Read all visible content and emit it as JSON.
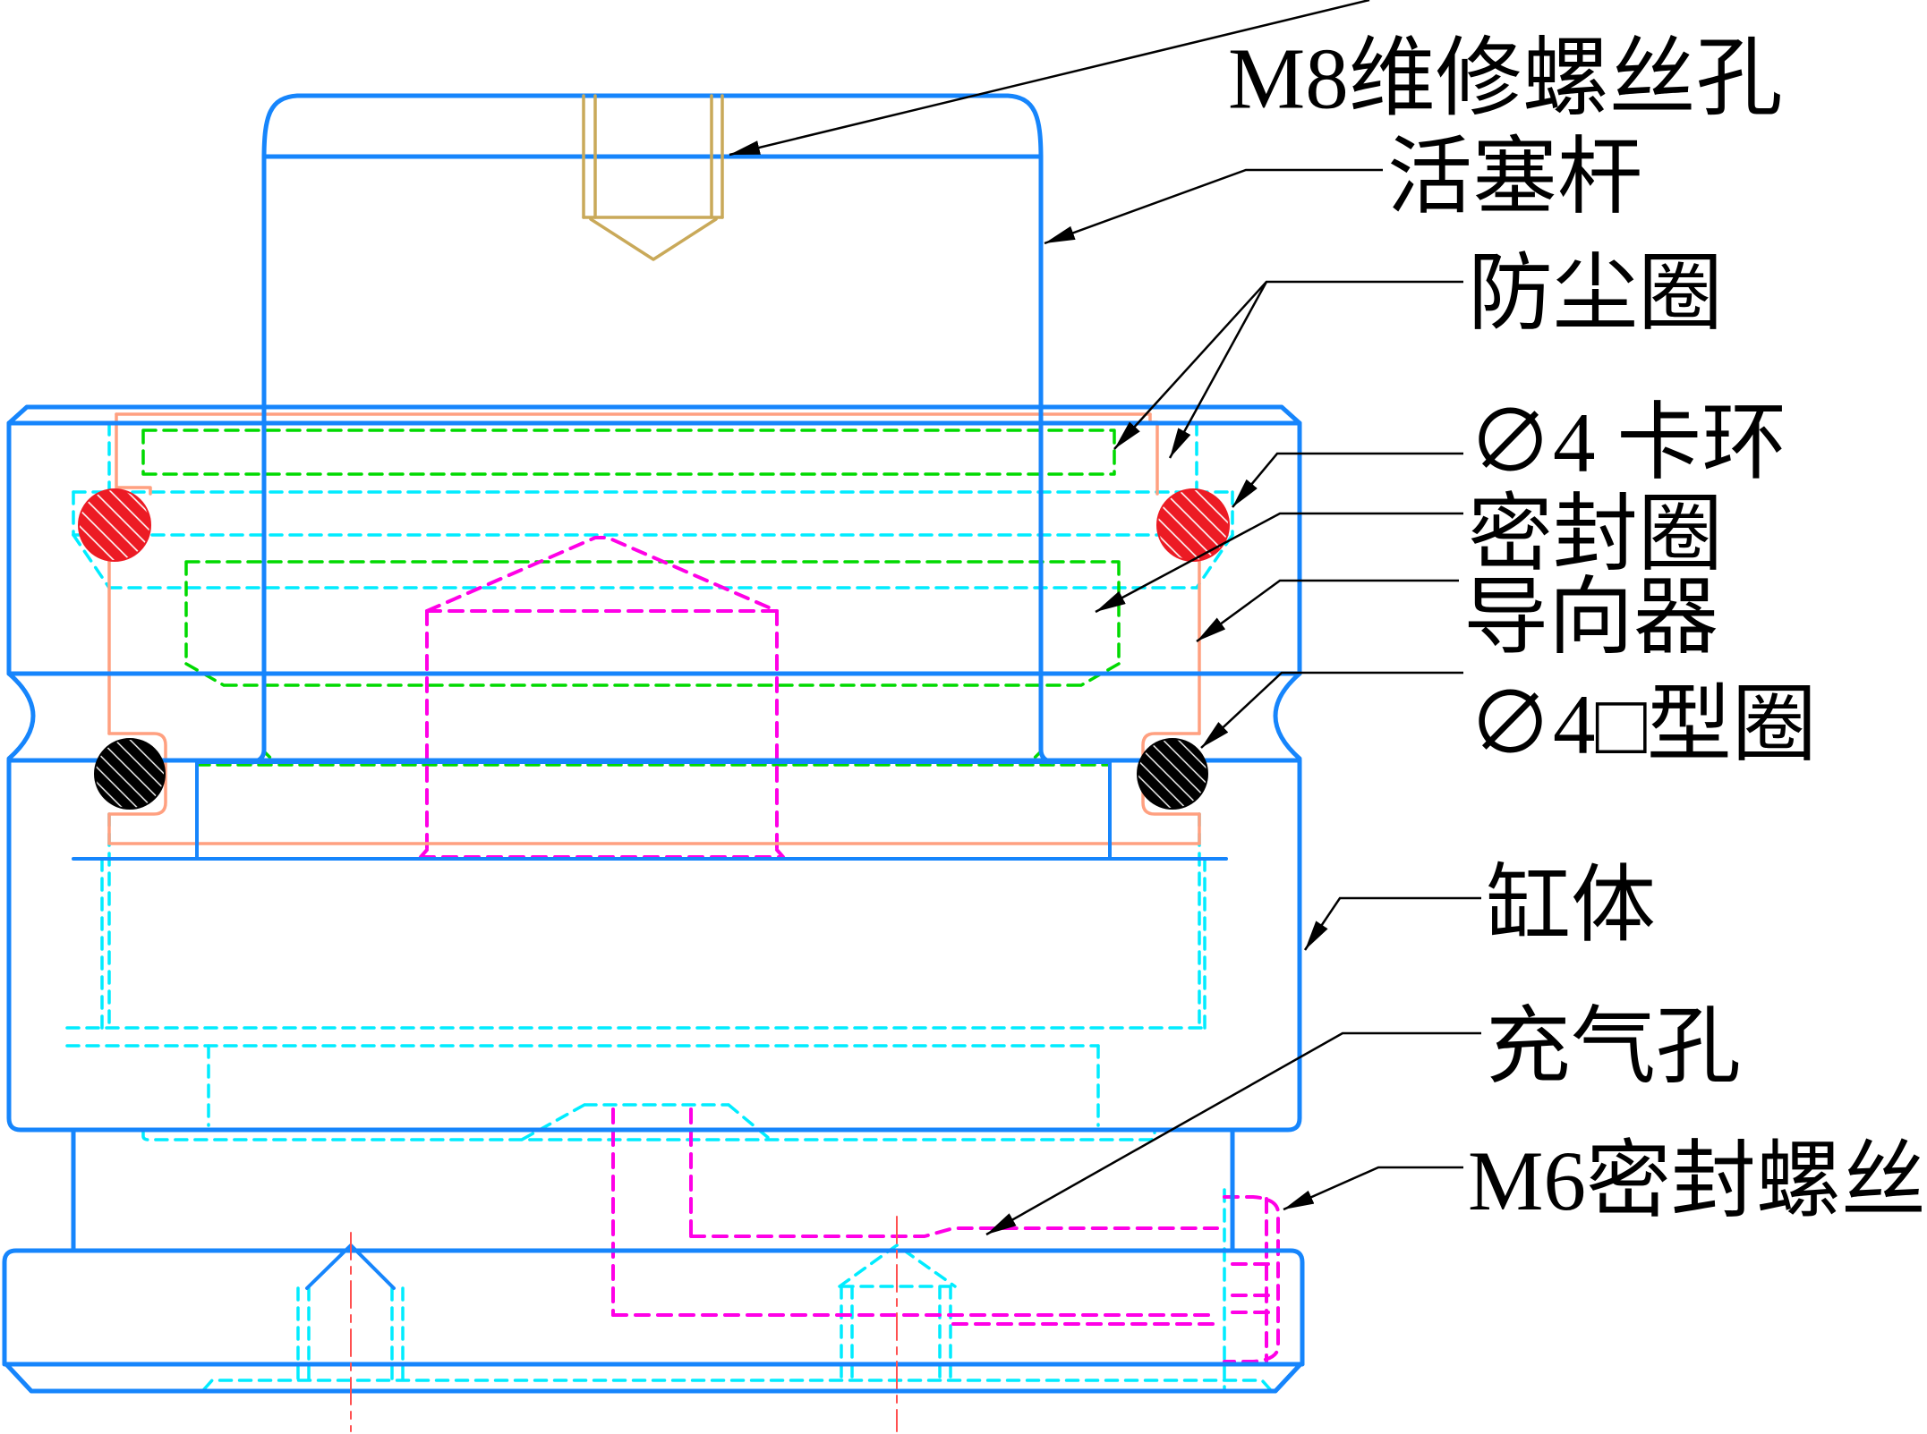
{
  "drawing": {
    "description": "Pneumatic cylinder (gas spring) cross-section CAD drawing with part callouts",
    "labels": {
      "m8_service_hole": "M8维修螺丝孔",
      "piston_rod": "活塞杆",
      "dust_ring": "防尘圈",
      "snap_ring": "∅4 卡环",
      "seal_ring": "密封圈",
      "guide": "导向器",
      "o_ring": "∅4□型圈",
      "cylinder_body": "缸体",
      "charge_hole": "充气孔",
      "m6_seal_screw": "M6密封螺丝"
    },
    "colors": {
      "outline_blue": "#1685fc",
      "hidden_green": "#00d900",
      "hidden_cyan": "#00ecff",
      "hidden_magenta": "#ff00e6",
      "part_salmon": "#ffa080",
      "thread_tan": "#c9a959",
      "seal_red": "#ec1b24",
      "oring_black": "#000000",
      "leader_black": "#000000",
      "centerline_red": "#ff5050"
    }
  }
}
